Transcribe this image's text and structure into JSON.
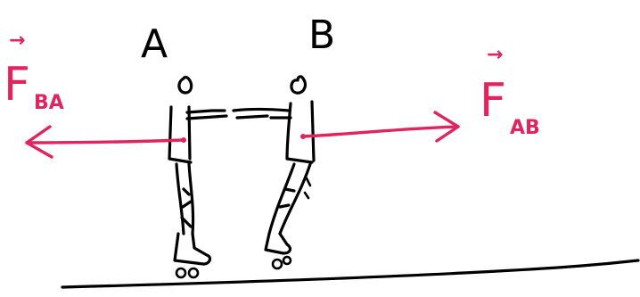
{
  "skaters": {
    "left_label": "A",
    "right_label": "B"
  },
  "forces": {
    "left": {
      "symbol": "F",
      "subscript": "BA",
      "vector_mark": "→",
      "direction": "left"
    },
    "right": {
      "symbol": "F",
      "subscript": "AB",
      "vector_mark": "→",
      "direction": "right"
    }
  },
  "colors": {
    "force": "#e0245e",
    "ink": "#000000",
    "background": "#ffffff"
  }
}
